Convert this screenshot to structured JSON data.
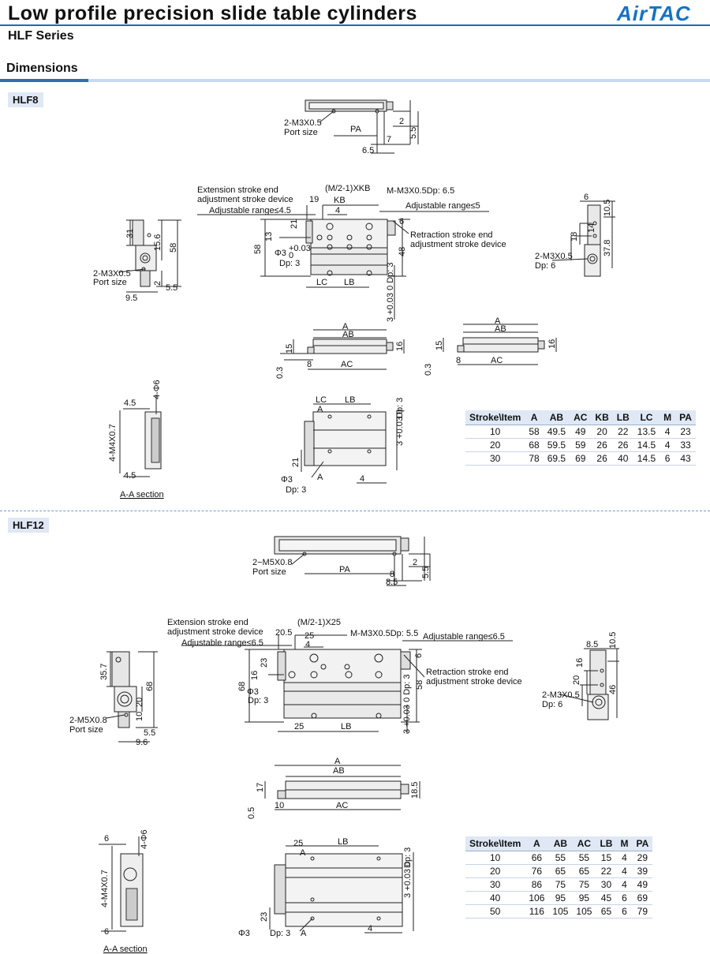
{
  "header": {
    "title": "Low profile precision slide table cylinders",
    "series": "HLF Series",
    "logo": "AirTAC"
  },
  "section": {
    "title": "Dimensions"
  },
  "hlf8": {
    "tag": "HLF8",
    "labels": {
      "port1": "2-M3X0.5",
      "port1b": "Port size",
      "pa": "PA",
      "d2": "2",
      "d55": "5.5",
      "d7": "7",
      "d65": "6.5",
      "ext1": "Extension stroke end",
      "ext2": "adjustment stroke device",
      "adj45": "Adjustable range≤4.5",
      "mkb": "(M/2-1)XKB",
      "kb": "KB",
      "d19": "19",
      "d4": "4",
      "mm3": "M-M3X0.5Dp: 6.5",
      "adj5": "Adjustable range≤5",
      "ret1": "Retraction stroke end",
      "ret2": "adjustment stroke device",
      "d6": "6",
      "d21": "21",
      "d13": "13",
      "d58": "58",
      "d48": "48",
      "phi": "Φ3",
      "tol": "+0.03",
      "tol0": "0",
      "dp3": "Dp: 3",
      "lc": "LC",
      "lb": "LB",
      "dp3v": "3 +0.03 0 Dp: 3",
      "s31": "31",
      "s156": "15.6",
      "s58": "58",
      "s2": "2",
      "s55": "5.5",
      "s95": "9.5",
      "sport1": "2-M3X0.5",
      "sport2": "Port size",
      "r6": "6",
      "r105": "10.5",
      "r14": "14",
      "r18": "18",
      "r378": "37.8",
      "rport": "2-M3X0.5",
      "rdp": "Dp: 6",
      "a": "A",
      "ab": "AB",
      "ac": "AC",
      "d15": "15",
      "d16": "16",
      "d8": "8",
      "d03": "0.3",
      "a2": "A",
      "ab2": "AB",
      "ac2": "AC",
      "d15b": "15",
      "d16b": "16",
      "d8b": "8",
      "d03b": "0.3",
      "s45": "4.5",
      "s4phi6": "4-Φ6",
      "s4m4": "4-M4X0.7",
      "s45b": "4.5",
      "aasec": "A-A section",
      "blc": "LC",
      "blb": "LB",
      "ba": "A",
      "bdp3": "Dp: 3",
      "btol": "3 +0.03 0",
      "b21": "21",
      "bphi": "Φ3",
      "bdp": "Dp: 3",
      "b4": "4",
      "ba2": "A"
    },
    "table": {
      "headers": [
        "Stroke\\Item",
        "A",
        "AB",
        "AC",
        "KB",
        "LB",
        "LC",
        "M",
        "PA"
      ],
      "rows": [
        [
          "10",
          "58",
          "49.5",
          "49",
          "20",
          "22",
          "13.5",
          "4",
          "23"
        ],
        [
          "20",
          "68",
          "59.5",
          "59",
          "26",
          "26",
          "14.5",
          "4",
          "33"
        ],
        [
          "30",
          "78",
          "69.5",
          "69",
          "26",
          "40",
          "14.5",
          "6",
          "43"
        ]
      ]
    }
  },
  "hlf12": {
    "tag": "HLF12",
    "labels": {
      "port1": "2−M5X0.8",
      "port1b": "Port size",
      "pa": "PA",
      "d2": "2",
      "d55": "5.5",
      "d8": "8",
      "d85": "8.5",
      "ext1": "Extension stroke end",
      "ext2": "adjustment stroke device",
      "adj65": "Adjustable range≤6.5",
      "m25": "(M/2-1)X25",
      "d205": "20.5",
      "d25": "25",
      "d4": "4",
      "mm3": "M-M3X0.5Dp: 5.5",
      "adj65b": "Adjustable range≤6.5",
      "ret1": "Retraction stroke end",
      "ret2": "adjustment stroke device",
      "d6": "6",
      "d23": "23",
      "d16": "16",
      "d68": "68",
      "d58": "58",
      "phi": "Φ3",
      "dp3": "Dp: 3",
      "d25b": "25",
      "lb": "LB",
      "dp3v": "3 +0.03 0 Dp: 3",
      "s357": "35.7",
      "s68": "68",
      "s20": "20",
      "s10": "10",
      "s55": "5.5",
      "s96": "9.6",
      "sport1": "2-M5X0.8",
      "sport2": "Port size",
      "r85": "8.5",
      "r105": "10.5",
      "r16": "16",
      "r20": "20",
      "r46": "46",
      "rport": "2-M3X0.5",
      "rdp": "Dp: 6",
      "a": "A",
      "ab": "AB",
      "ac": "AC",
      "d17": "17",
      "d185": "18.5",
      "d10": "10",
      "d05": "0.5",
      "s6": "6",
      "s4phi6": "4-Φ6",
      "s4m4": "4-M4X0.7",
      "s6b": "6",
      "aasec": "A-A section",
      "b25": "25",
      "blb": "LB",
      "ba": "A",
      "bdp3": "Dp: 3",
      "btol": "3 +0.03 0",
      "b23": "23",
      "bphi": "Φ3",
      "bdp": "Dp: 3",
      "b4": "4",
      "ba2": "A"
    },
    "table": {
      "headers": [
        "Stroke\\Item",
        "A",
        "AB",
        "AC",
        "LB",
        "M",
        "PA"
      ],
      "rows": [
        [
          "10",
          "66",
          "55",
          "55",
          "15",
          "4",
          "29"
        ],
        [
          "20",
          "76",
          "65",
          "65",
          "22",
          "4",
          "39"
        ],
        [
          "30",
          "86",
          "75",
          "75",
          "30",
          "4",
          "49"
        ],
        [
          "40",
          "106",
          "95",
          "95",
          "45",
          "6",
          "69"
        ],
        [
          "50",
          "116",
          "105",
          "105",
          "65",
          "6",
          "79"
        ]
      ]
    }
  },
  "colors": {
    "accent": "#1f6cb0",
    "tag_bg": "#dfe8f4",
    "logo": "#1473c6"
  }
}
